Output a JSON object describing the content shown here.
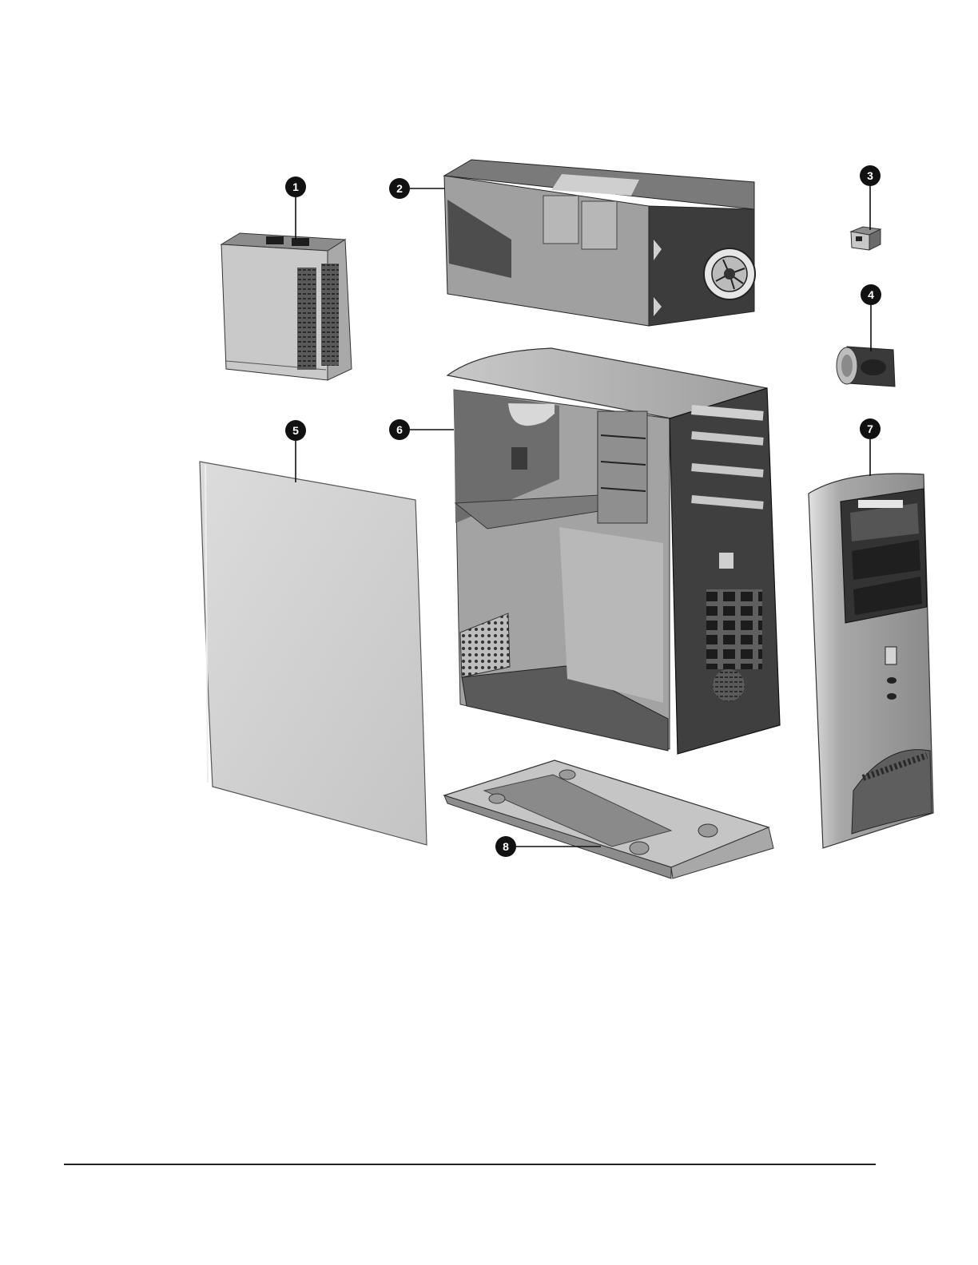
{
  "callouts": [
    "1",
    "2",
    "3",
    "4",
    "5",
    "6",
    "7",
    "8"
  ],
  "parts": [
    {
      "callout": "1",
      "name": "power-supply"
    },
    {
      "callout": "2",
      "name": "drive-cage"
    },
    {
      "callout": "3",
      "name": "power-switch-assembly"
    },
    {
      "callout": "4",
      "name": "speaker"
    },
    {
      "callout": "5",
      "name": "access-panel"
    },
    {
      "callout": "6",
      "name": "chassis"
    },
    {
      "callout": "7",
      "name": "front-bezel"
    },
    {
      "callout": "8",
      "name": "base-foot"
    }
  ],
  "colors": {
    "callout": "#111111",
    "metal_light": "#d4d4d4",
    "metal_mid": "#9a9a9a",
    "metal_dark": "#3e3e3e",
    "footer_rule": "#222222"
  }
}
